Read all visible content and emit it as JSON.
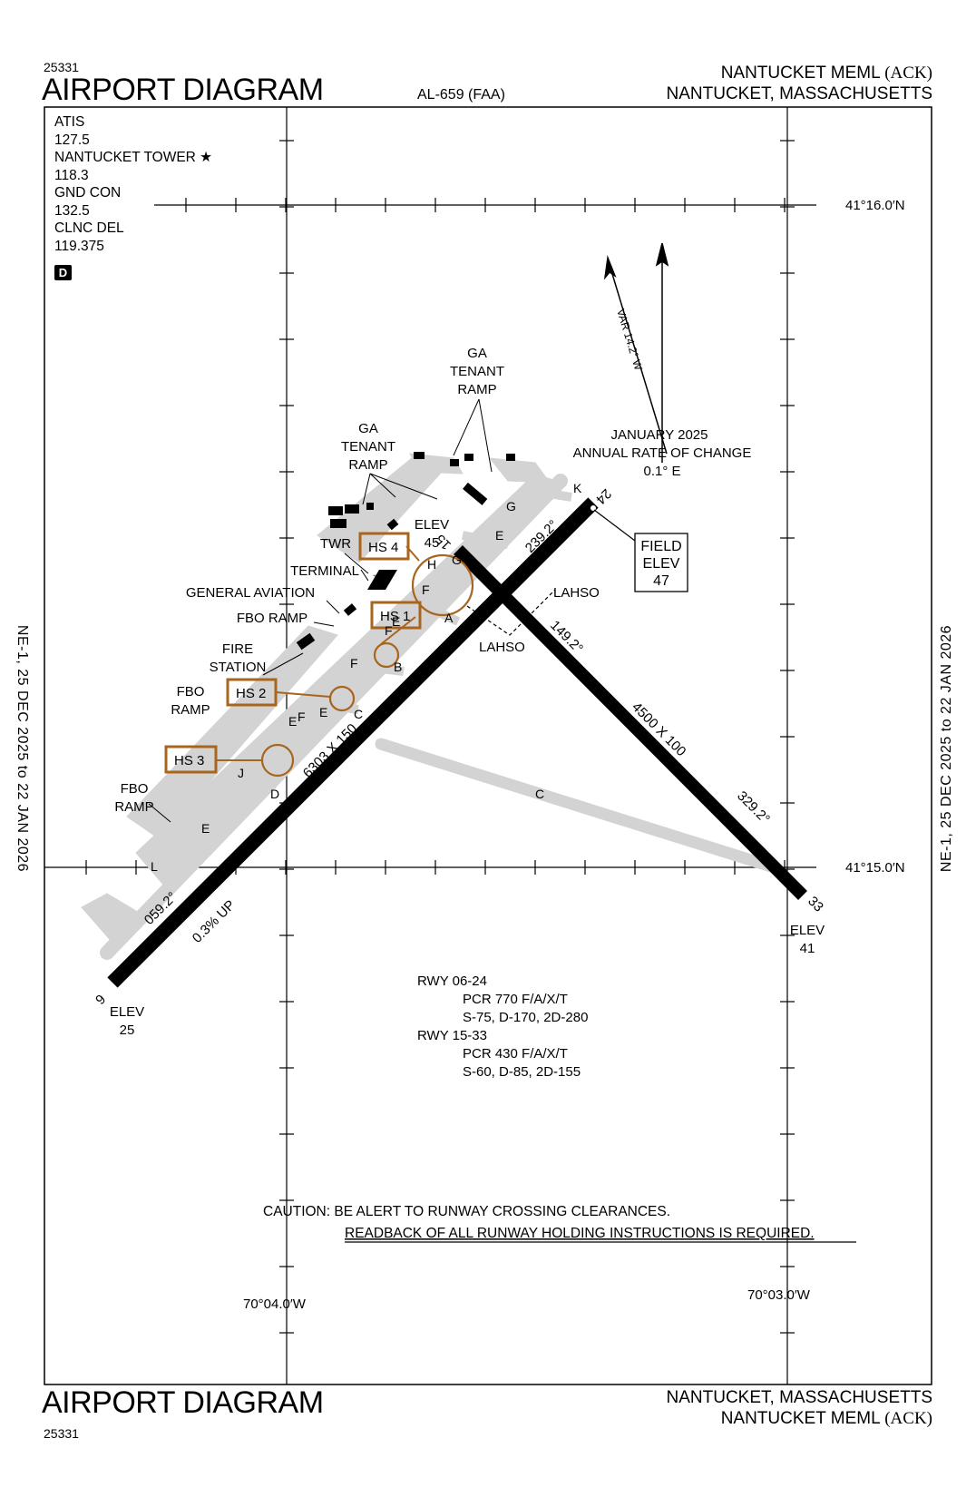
{
  "header": {
    "chart_number": "25331",
    "title": "AIRPORT DIAGRAM",
    "procedure_id": "AL-659 (FAA)",
    "airport_name": "NANTUCKET MEML",
    "airport_code": "(ACK)",
    "location": "NANTUCKET, MASSACHUSETTS"
  },
  "footer": {
    "title": "AIRPORT DIAGRAM",
    "chart_number": "25331",
    "location": "NANTUCKET, MASSACHUSETTS",
    "airport_name": "NANTUCKET MEML",
    "airport_code": "(ACK)"
  },
  "effective_dates": "NE-1,  25 DEC 2025  to  22 JAN 2026",
  "frequencies": [
    {
      "label": "ATIS",
      "freq": "127.5"
    },
    {
      "label": "NANTUCKET TOWER ★",
      "freq": "118.3"
    },
    {
      "label": "GND CON",
      "freq": "132.5"
    },
    {
      "label": "CLNC DEL",
      "freq": "119.375"
    }
  ],
  "d_symbol": "D",
  "coordinates": {
    "lat_north": "41°16.0′N",
    "lat_south": "41°15.0′N",
    "lon_west": "70°04.0′W",
    "lon_east": "70°03.0′W"
  },
  "magnetic": {
    "variation": "VAR 14.2° W",
    "date": "JANUARY 2025",
    "rate_label": "ANNUAL RATE OF CHANGE",
    "rate_value": "0.1° E"
  },
  "field_elev": {
    "label1": "FIELD",
    "label2": "ELEV",
    "value": "47"
  },
  "runways": {
    "rwy_06_24": {
      "dims": "6303 X 150",
      "heading_06": "059.2°",
      "heading_24": "239.2°",
      "slope": "0.3% UP",
      "end_6": "6",
      "end_24": "24",
      "elev_6_label": "ELEV",
      "elev_6": "25"
    },
    "rwy_15_33": {
      "dims": "4500 X 100",
      "heading_15": "149.2°",
      "heading_33": "329.2°",
      "end_15": "15",
      "end_33": "33",
      "elev_15_label": "ELEV",
      "elev_15": "45",
      "elev_33_label": "ELEV",
      "elev_33": "41"
    }
  },
  "lahso": [
    "LAHSO",
    "LAHSO"
  ],
  "hotspots": [
    "HS 1",
    "HS 2",
    "HS 3",
    "HS 4"
  ],
  "taxiways": {
    "list": [
      "K",
      "G",
      "E",
      "G",
      "H",
      "F",
      "A",
      "F",
      "E",
      "B",
      "F",
      "E",
      "C",
      "F",
      "E",
      "J",
      "D",
      "E",
      "L",
      "C"
    ]
  },
  "labels": {
    "ga_ramp_1": [
      "GA",
      "TENANT",
      "RAMP"
    ],
    "ga_ramp_2": [
      "GA",
      "TENANT",
      "RAMP"
    ],
    "twr": "TWR",
    "terminal": "TERMINAL",
    "general_aviation": "GENERAL AVIATION",
    "fbo_ramp_1": "FBO RAMP",
    "fire_station": [
      "FIRE",
      "STATION"
    ],
    "fbo_ramp_2": [
      "FBO",
      "RAMP"
    ],
    "fbo_ramp_3": [
      "FBO",
      "RAMP"
    ]
  },
  "pcr": [
    {
      "rwy": "RWY 06-24",
      "pcr": "PCR 770 F/A/X/T",
      "weights": "S-75, D-170, 2D-280"
    },
    {
      "rwy": "RWY 15-33",
      "pcr": "PCR 430 F/A/X/T",
      "weights": "S-60, D-85, 2D-155"
    }
  ],
  "caution": {
    "line1": "CAUTION: BE ALERT TO RUNWAY CROSSING CLEARANCES.",
    "line2": "READBACK OF ALL RUNWAY HOLDING INSTRUCTIONS IS REQUIRED."
  },
  "colors": {
    "hotspot": "#a8651e",
    "taxiway": "#d3d3d3",
    "runway": "#000000"
  }
}
